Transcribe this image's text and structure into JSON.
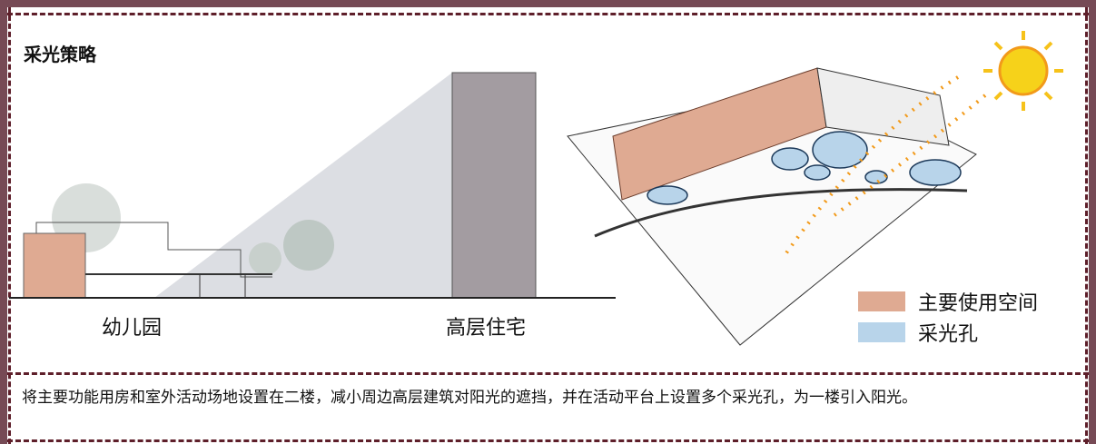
{
  "title": "采光策略",
  "section": {
    "kindergarten_label": "幼儿园",
    "highrise_label": "高层住宅"
  },
  "legend": [
    {
      "label": "主要使用空间",
      "color": "#dfaa92"
    },
    {
      "label": "采光孔",
      "color": "#b8d4ea"
    }
  ],
  "description": "将主要功能用房和室外活动场地设置在二楼，减小周边高层建筑对阳光的遮挡，并在活动平台上设置多个采光孔，为一楼引入阳光。",
  "colors": {
    "frame": "#764a55",
    "dash": "#5e1f2a",
    "sun": "#f6d21a",
    "dots": "#f29a1a"
  }
}
